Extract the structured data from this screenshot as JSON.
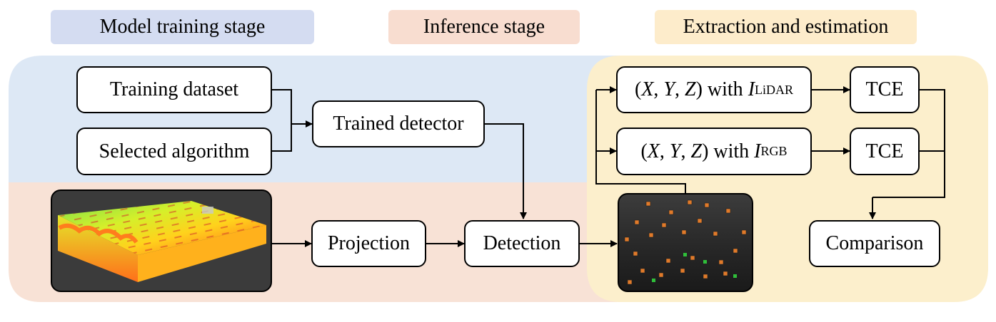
{
  "stages": {
    "training": "Model training stage",
    "inference": "Inference stage",
    "extraction": "Extraction and estimation"
  },
  "nodes": {
    "training_dataset": "Training dataset",
    "selected_algorithm": "Selected algorithm",
    "trained_detector": "Trained detector",
    "projection": "Projection",
    "detection": "Detection",
    "coords_lidar": {
      "prefix": "(",
      "x": "X",
      "sep1": ", ",
      "y": "Y",
      "sep2": ", ",
      "z": "Z",
      "suffix": ") with ",
      "var": "I",
      "sub": "LiDAR"
    },
    "coords_rgb": {
      "prefix": "(",
      "x": "X",
      "sep1": ", ",
      "y": "Y",
      "sep2": ", ",
      "z": "Z",
      "suffix": ") with ",
      "var": "I",
      "sub": "RGB"
    },
    "tce_1": "TCE",
    "tce_2": "TCE",
    "comparison": "Comparison"
  },
  "colors": {
    "training_band": "#dde8f5",
    "inference_band": "#f8e2d6",
    "extraction_band": "#fcefcc",
    "training_label": "#d4dcf1",
    "inference_label": "#f8ddd0",
    "extraction_label": "#fdeccb"
  }
}
